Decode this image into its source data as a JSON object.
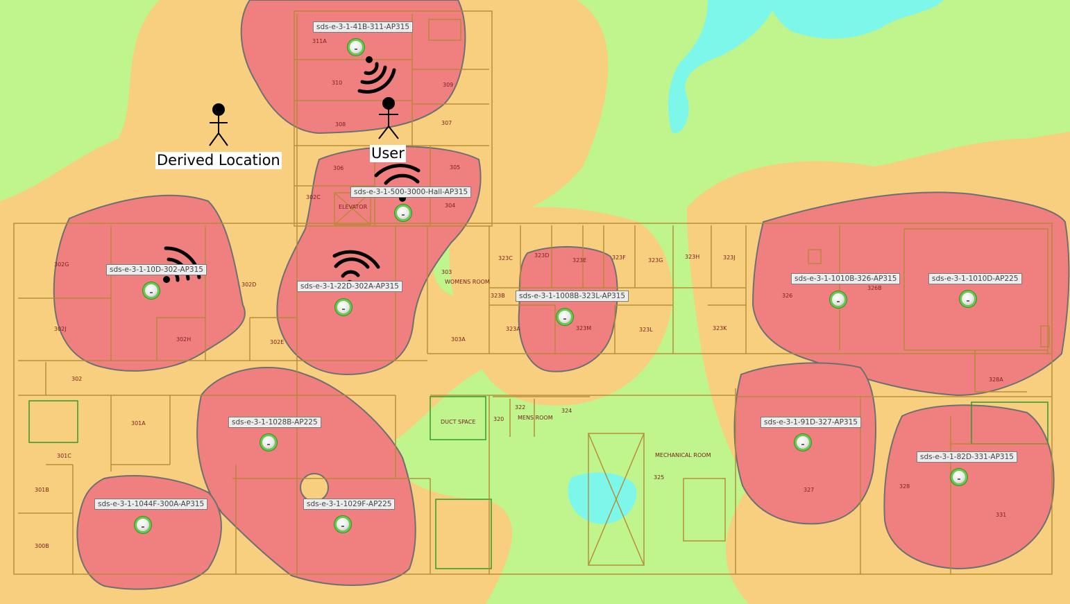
{
  "colors": {
    "background": "#bff58c",
    "strong_signal": "#f08080",
    "medium_signal": "#f7cf7e",
    "weak_signal": "#bdf68b",
    "no_signal": "#7df7ea",
    "floorplan_line": "#b58a35"
  },
  "actors": {
    "derived": {
      "label": "Derived Location"
    },
    "user": {
      "label": "User"
    }
  },
  "access_points": [
    {
      "name": "sds-e-3-1-41B-311-AP315"
    },
    {
      "name": "sds-e-3-1-500-3000-Hall-AP315"
    },
    {
      "name": "sds-e-3-1-10D-302-AP315"
    },
    {
      "name": "sds-e-3-1-22D-302A-AP315"
    },
    {
      "name": "sds-e-3-1-1008B-323L-AP315"
    },
    {
      "name": "sds-e-3-1-1010B-326-AP315"
    },
    {
      "name": "sds-e-3-1-1010D-AP225"
    },
    {
      "name": "sds-e-3-1-1028B-AP225"
    },
    {
      "name": "sds-e-3-1-1044F-300A-AP315"
    },
    {
      "name": "sds-e-3-1-1029F-AP225"
    },
    {
      "name": "sds-e-3-1-91D-327-AP315"
    },
    {
      "name": "sds-e-3-1-82D-331-AP315"
    }
  ],
  "rooms": [
    "311A",
    "310",
    "309",
    "308",
    "307",
    "306",
    "305",
    "304",
    "303",
    "302C",
    "302G",
    "302D",
    "302J",
    "302H",
    "302E",
    "302",
    "301A",
    "301C",
    "301B",
    "300B",
    "323C",
    "323D",
    "323E",
    "323F",
    "323G",
    "323H",
    "323J",
    "323B",
    "323A",
    "323M",
    "323L",
    "323K",
    "303A",
    "326",
    "326B",
    "328A",
    "320",
    "322",
    "324",
    "325",
    "327",
    "328",
    "331",
    "WOMENS ROOM",
    "DUCT SPACE",
    "MENS ROOM",
    "MECHANICAL ROOM",
    "ELEVATOR"
  ]
}
